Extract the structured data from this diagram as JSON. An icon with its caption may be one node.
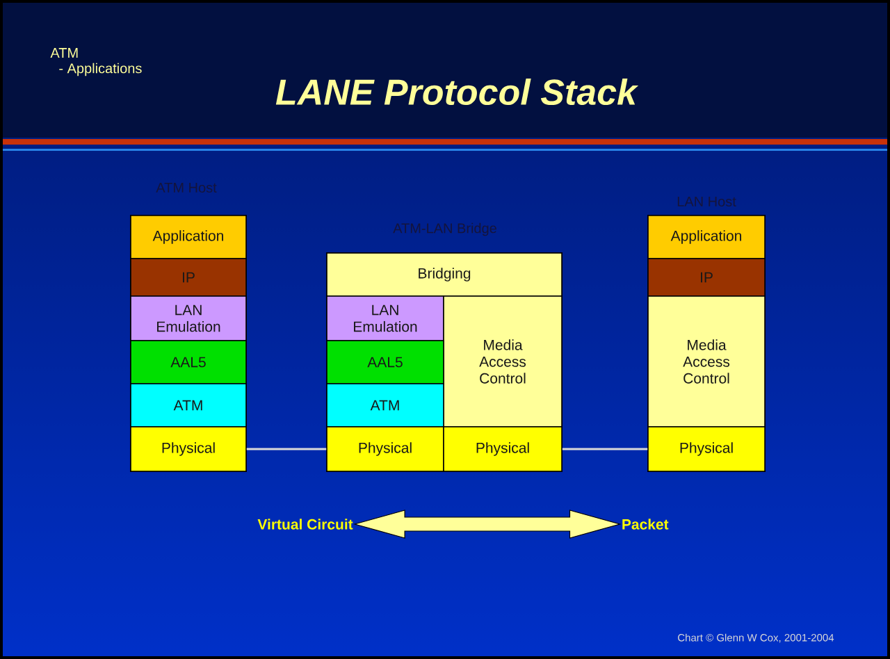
{
  "diagram": {
    "title": "LANE Protocol Stack",
    "nodes": [
      {
        "text": [
          "ATM Host"
        ]
      },
      {
        "text": [
          "Application"
        ],
        "in": 0
      },
      {
        "text": [
          "IP"
        ],
        "in": 0
      },
      {
        "text": [
          "LAN Emulation"
        ],
        "in": 0
      },
      {
        "text": [
          "AAL5"
        ],
        "in": 0
      },
      {
        "text": [
          "ATM"
        ],
        "in": 0
      },
      {
        "text": [
          "Physical"
        ],
        "in": 0
      },
      {
        "text": [
          "ATM-LAN Bridge"
        ]
      },
      {
        "text": [
          "Bridging"
        ],
        "in": 7
      },
      {
        "text": [
          "LAN Emulation"
        ],
        "in": 7
      },
      {
        "text": [
          "Media Access Control"
        ],
        "in": 7
      },
      {
        "text": [
          "AAL5"
        ],
        "in": 7
      },
      {
        "text": [
          "ATM"
        ],
        "in": 7
      },
      {
        "text": [
          "Physical"
        ],
        "in": 7
      },
      {
        "text": [
          "Physical"
        ],
        "in": 7
      },
      {
        "text": [
          "LAN Host"
        ]
      },
      {
        "text": [
          "Application"
        ],
        "in": 15
      },
      {
        "text": [
          "IP"
        ],
        "in": 15
      },
      {
        "text": [
          "Media Access Control"
        ],
        "in": 15
      },
      {
        "text": [
          "Physical"
        ],
        "in": 15
      },
      {
        "text": [
          "Virtual Circuit"
        ]
      },
      {
        "text": [
          "Packet"
        ]
      }
    ],
    "edges": [
      {
        "from": 6,
        "to": 13,
        "arrow": "none"
      },
      {
        "from": 14,
        "to": 19,
        "arrow": "none"
      },
      {
        "from": 20,
        "to": 21,
        "arrow": "both",
        "style": "thick",
        "color": "#ffff99"
      }
    ],
    "labels": [
      "ATM",
      "- Applications",
      "Chart © Glenn W Cox, 2001-2004"
    ]
  }
}
